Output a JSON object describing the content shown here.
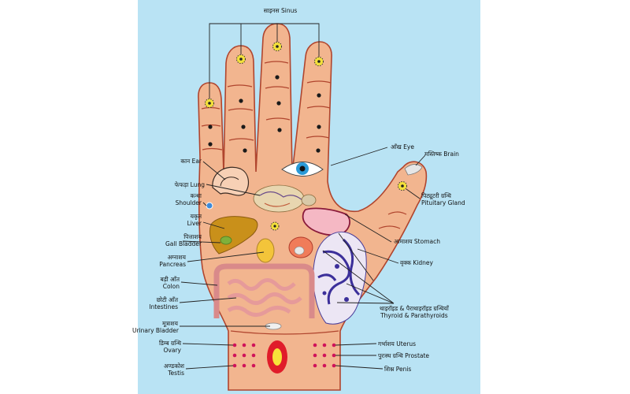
{
  "colors": {
    "background": "#b9e3f4",
    "skin": "#f2b58f",
    "skin_line": "#b0452e",
    "leader": "#222222",
    "dot": "#1a1a1a",
    "sinus_point": "#f4e03b",
    "reflex_dot": "#d0145a"
  },
  "icons": [
    "sun-icon",
    "eye-icon",
    "ear-icon",
    "lung-icon",
    "liver-icon",
    "kidney-icon",
    "stomach-icon",
    "intestines-icon",
    "bladder-icon"
  ],
  "labels": {
    "sinus": "साइनस Sinus",
    "eye": "आँख Eye",
    "brain": "मस्तिष्क Brain",
    "ear": "कान Ear",
    "lung": "फेफड़ा Lung",
    "shoulder_hi": "कन्धा",
    "shoulder_en": "Shoulder",
    "pituitary_hi": "पिट्यूटरी ग्रन्थि",
    "pituitary_en": "Pituitary Gland",
    "liver_hi": "यकृत",
    "liver_en": "Liver",
    "gall_hi": "पित्ताशय",
    "gall_en": "Gall Bladder",
    "stomach": "आमाशय Stomach",
    "pancreas_hi": "अग्नाशय",
    "pancreas_en": "Pancreas",
    "kidney": "वृक्क Kidney",
    "colon_hi": "बड़ी आँत",
    "colon_en": "Colon",
    "intestines_hi": "छोटी आँत",
    "intestines_en": "Intestines",
    "thyroid_hi": "थाइरॉइड & पैराथाइरॉइड ग्रन्थियाँ",
    "thyroid_en": "Thyroid & Parathyroids",
    "bladder_hi": "मूत्राशय",
    "bladder_en": "Urinary Bladder",
    "ovary_hi": "डिम्ब ग्रन्थि",
    "ovary_en": "Ovary",
    "uterus": "गर्भाशय Uterus",
    "prostate": "पुरःस्थ ग्रन्थि Prostate",
    "testis_hi": "अण्डकोश",
    "testis_en": "Testis",
    "penis": "शिश्न Penis"
  }
}
